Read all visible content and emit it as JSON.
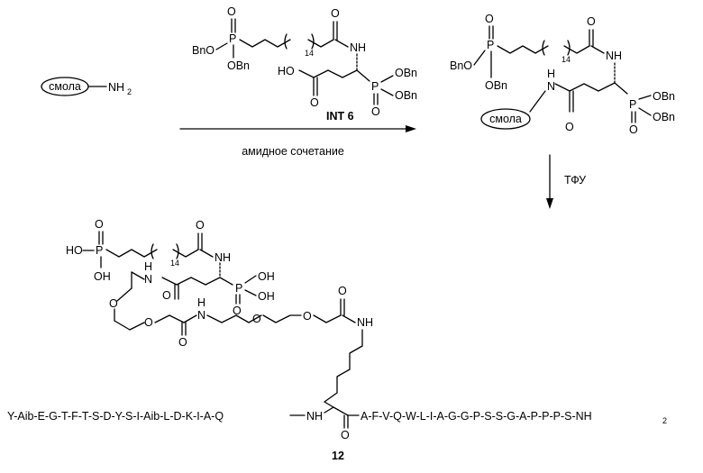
{
  "resin_label": "смола",
  "nh2": "NH",
  "nh2_sub": "2",
  "int6": {
    "label": "INT 6",
    "p": "P",
    "bno_left": "BnO",
    "obn_low": "OBn",
    "o": "O",
    "n14": "14",
    "nh": "NH",
    "ho": "HO",
    "obn_r1": "OBn",
    "obn_r2": "OBn"
  },
  "step1_label": "амидное сочетание",
  "product1": {
    "p": "P",
    "bno": "BnO",
    "obn": "OBn",
    "o": "O",
    "n14": "14",
    "nh_top": "NH",
    "h": "H",
    "n": "N",
    "resin": "смола",
    "obn_r1": "OBn",
    "obn_r2": "OBn"
  },
  "step2_label": "ТФУ",
  "compound12": {
    "label": "12",
    "ho": "HO",
    "oh": "OH",
    "p": "P",
    "o": "O",
    "n14": "14",
    "nh": "NH",
    "h": "H",
    "n": "N",
    "peptide_left": "Y-Aib-E-G-T-F-T-S-D-Y-S-I-Aib-L-D-K-I-A-Q",
    "peptide_right": "A-F-V-Q-W-L-I-A-G-G-P-S-S-G-A-P-P-P-S-NH",
    "nh2_sub": "2"
  }
}
